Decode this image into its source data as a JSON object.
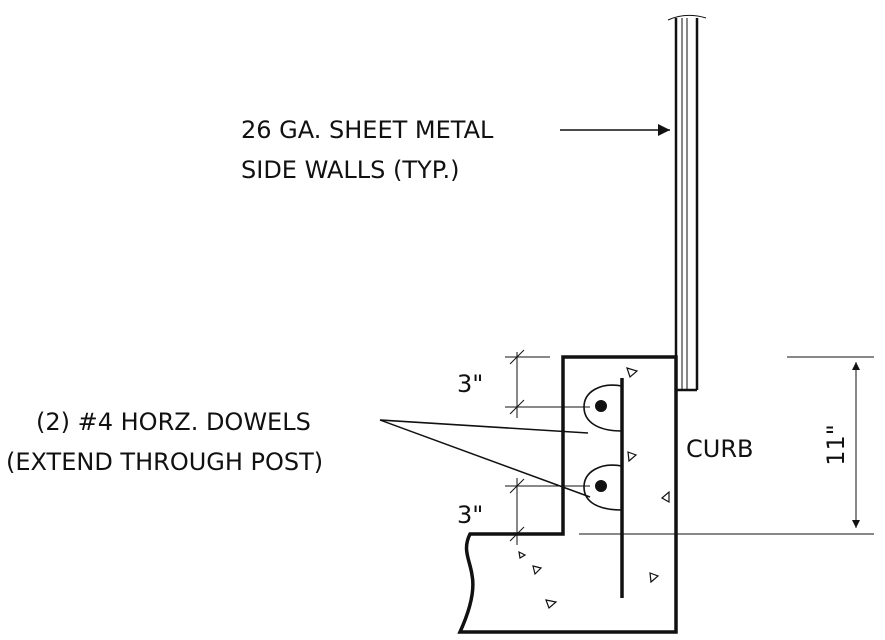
{
  "annotations": {
    "sheet_metal_line1": "26 GA. SHEET METAL",
    "sheet_metal_line2": "SIDE WALLS (TYP.)",
    "dowels_line1": "(2) #4 HORZ. DOWELS",
    "dowels_line2": "(EXTEND THROUGH POST)",
    "curb": "CURB",
    "dim_top": "3\"",
    "dim_bottom": "3\"",
    "dim_height": "11\""
  },
  "colors": {
    "ink": "#111111",
    "background": "#ffffff"
  }
}
